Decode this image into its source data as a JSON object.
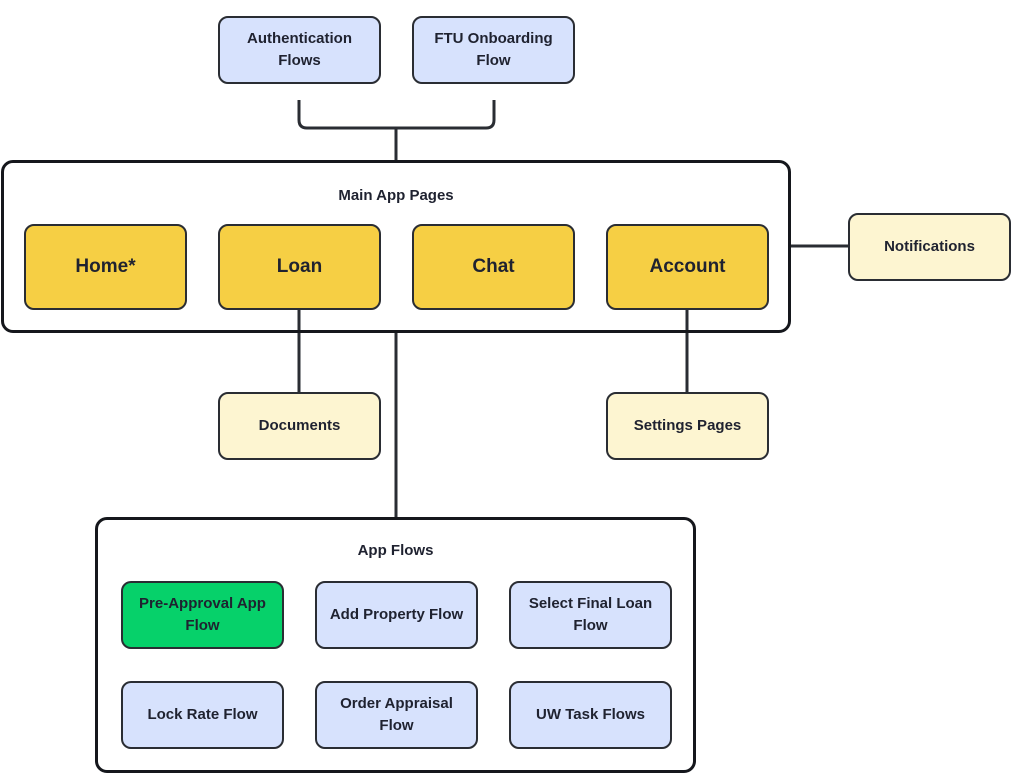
{
  "colors": {
    "blue": "#d7e2fd",
    "cream": "#fdf5d1",
    "gold": "#f6cf44",
    "green": "#06d16a",
    "stroke": "#2a2d33"
  },
  "top_flows": [
    "Authentication Flows",
    "FTU Onboarding Flow"
  ],
  "main_app": {
    "title": "Main App Pages",
    "pages": [
      "Home*",
      "Loan",
      "Chat",
      "Account"
    ]
  },
  "side_pages": {
    "notifications": "Notifications",
    "documents": "Documents",
    "settings": "Settings Pages"
  },
  "app_flows": {
    "title": "App Flows",
    "flows": [
      "Pre-Approval App Flow",
      "Add Property Flow",
      "Select Final Loan Flow",
      "Lock Rate Flow",
      "Order Appraisal Flow",
      "UW Task Flows"
    ]
  }
}
